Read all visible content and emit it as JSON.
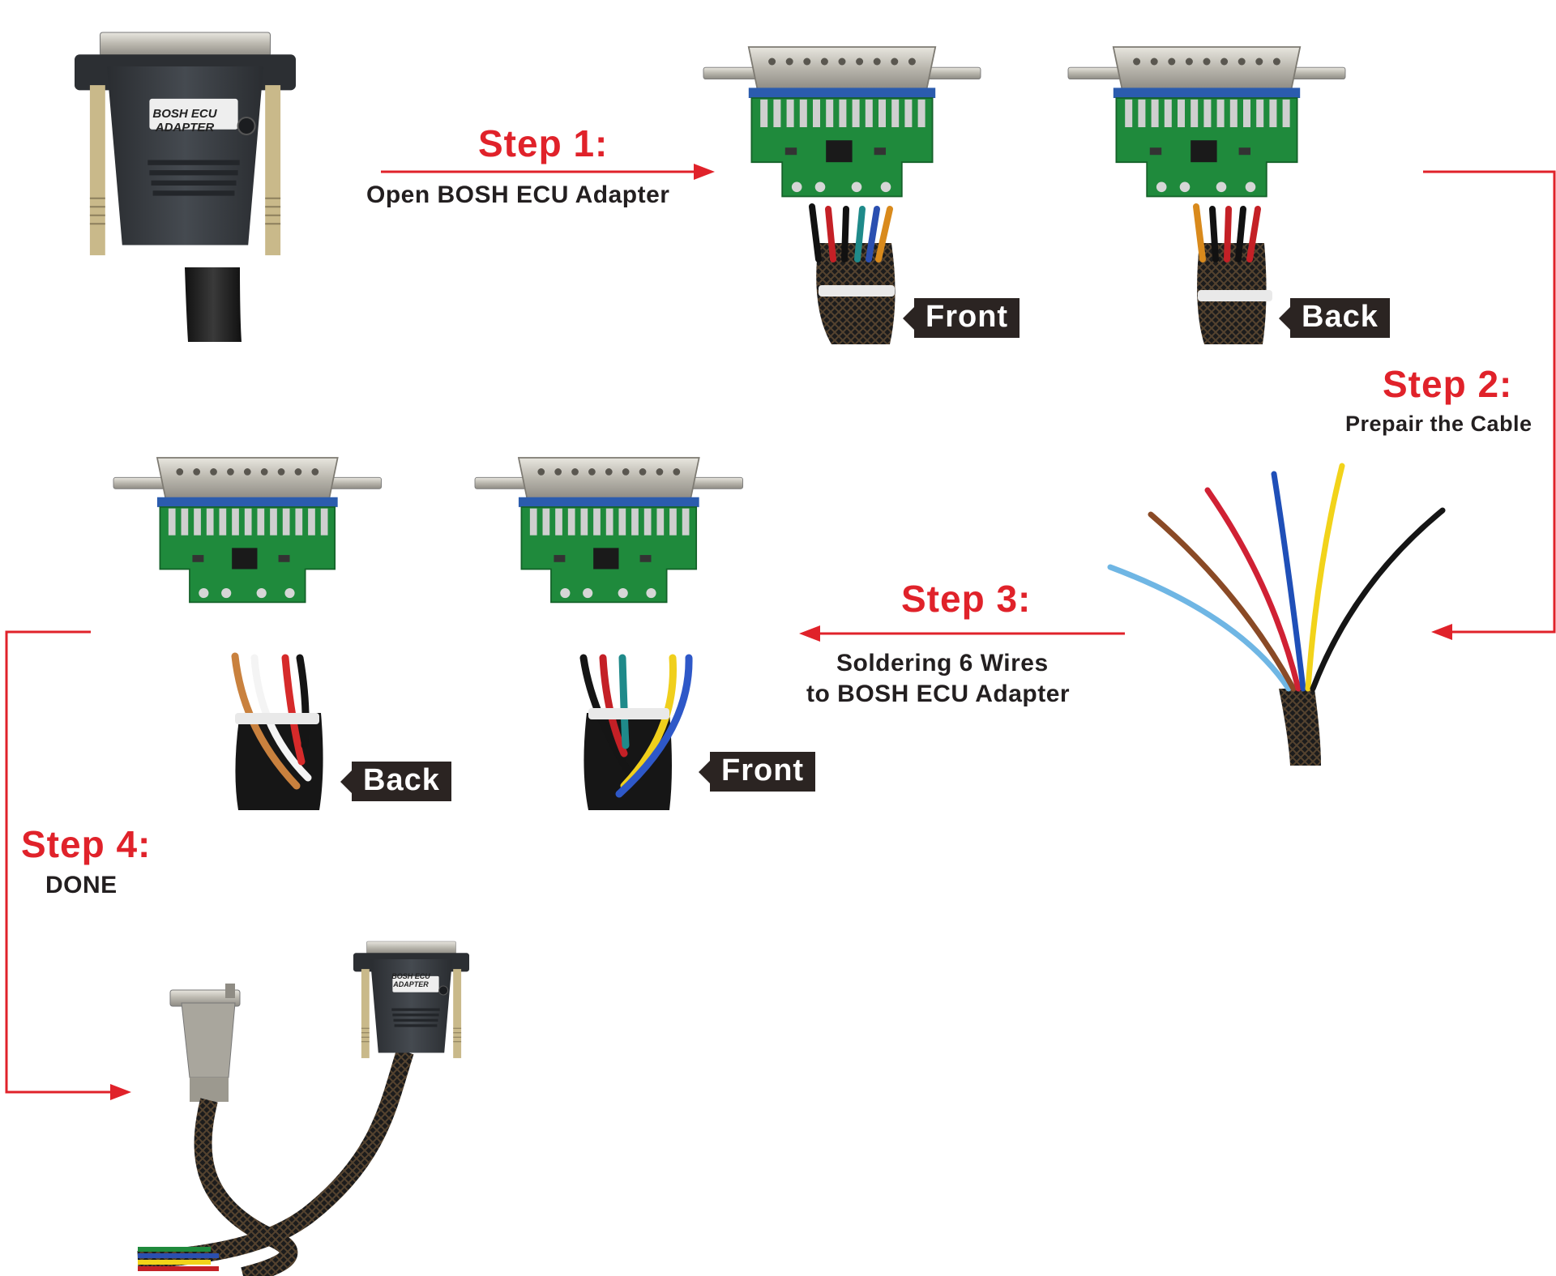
{
  "steps": [
    {
      "title": "Step 1:",
      "desc": "Open BOSH ECU Adapter"
    },
    {
      "title": "Step 2:",
      "desc": "Prepair the Cable"
    },
    {
      "title": "Step 3:",
      "desc_line1": "Soldering 6 Wires",
      "desc_line2": "to BOSH ECU Adapter"
    },
    {
      "title": "Step 4:",
      "desc": "DONE"
    }
  ],
  "tags": {
    "front_top": "Front",
    "back_top": "Back",
    "back_mid": "Back",
    "front_mid": "Front"
  },
  "adapter_label": {
    "line1": "BOSH ECU",
    "line2": "ADAPTER"
  },
  "colors": {
    "accent_red": "#e0222a",
    "text_dark": "#231f20",
    "pcb_green": "#1f8a3c",
    "connector_metal": "#c9c6bd",
    "adapter_body": "#2f3337",
    "tag_bg": "#2b2422"
  },
  "wires": [
    "light-blue",
    "brown",
    "red",
    "blue",
    "yellow",
    "black"
  ]
}
